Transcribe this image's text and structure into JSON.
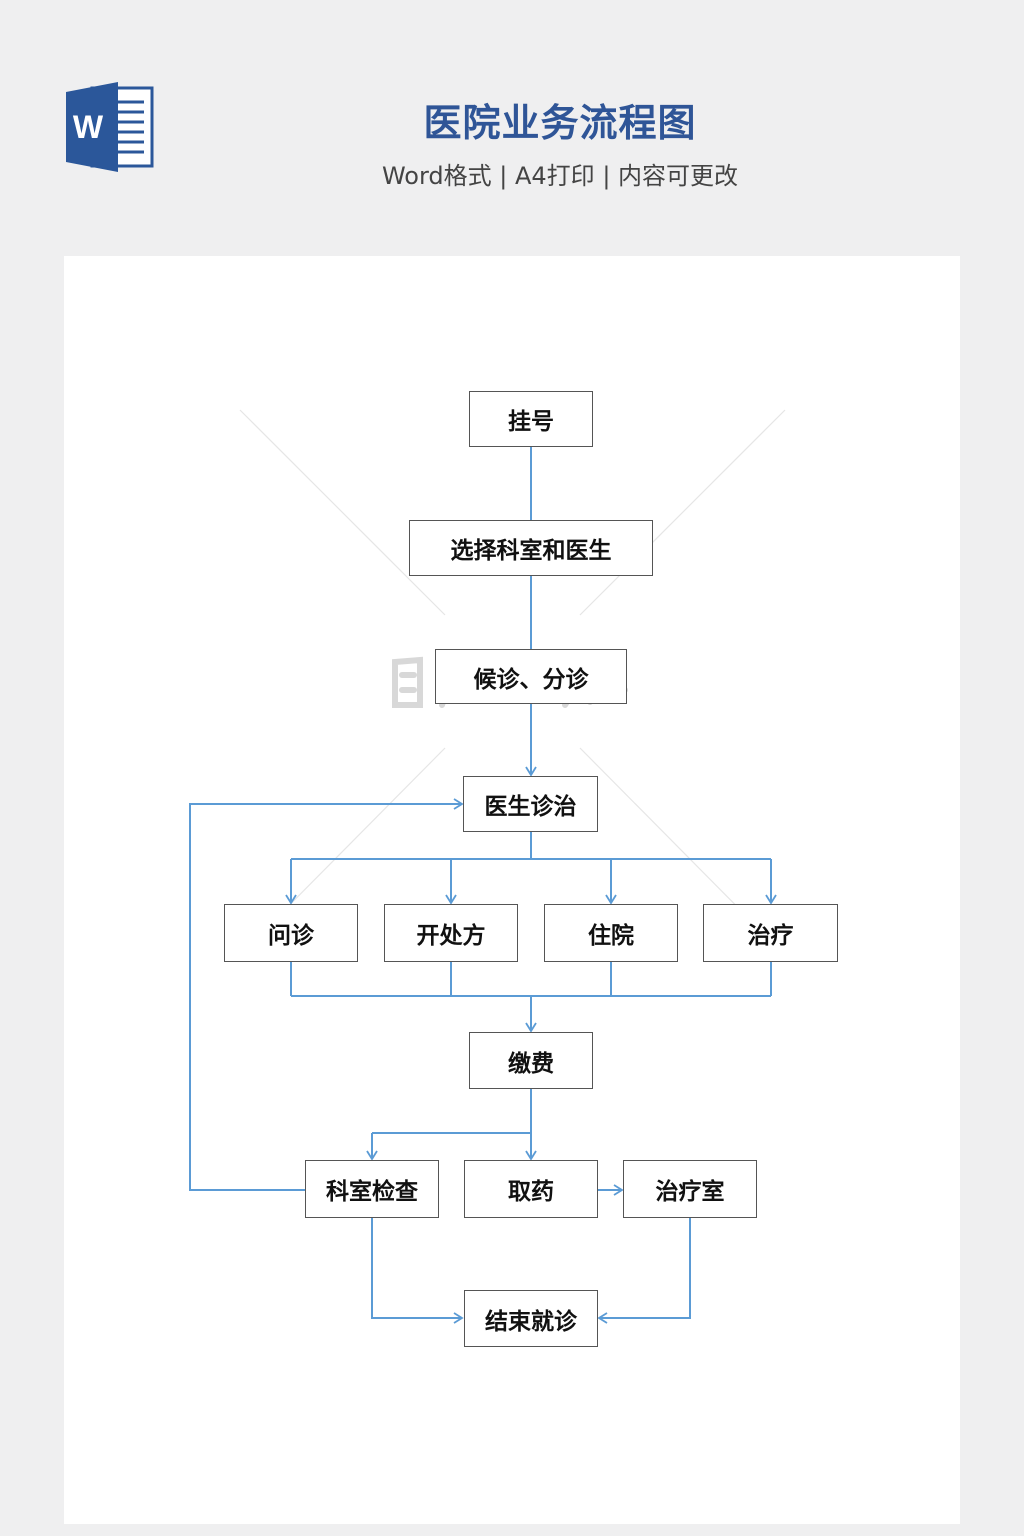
{
  "header": {
    "title": "医院业务流程图",
    "subtitle": "Word格式 | A4打印 | 内容可更改",
    "icon": "word-document-icon",
    "icon_letter": "W",
    "icon_color": "#2b579a"
  },
  "diagram": {
    "line_color": "#5b9bd5",
    "nodes": {
      "register": "挂号",
      "select_dept": "选择科室和医生",
      "triage": "候诊、分诊",
      "doctor": "医生诊治",
      "consult": "问诊",
      "prescribe": "开处方",
      "hospitalize": "住院",
      "treat": "治疗",
      "pay": "缴费",
      "exam": "科室检查",
      "pharmacy": "取药",
      "treat_room": "治疗室",
      "end": "结束就诊"
    }
  }
}
